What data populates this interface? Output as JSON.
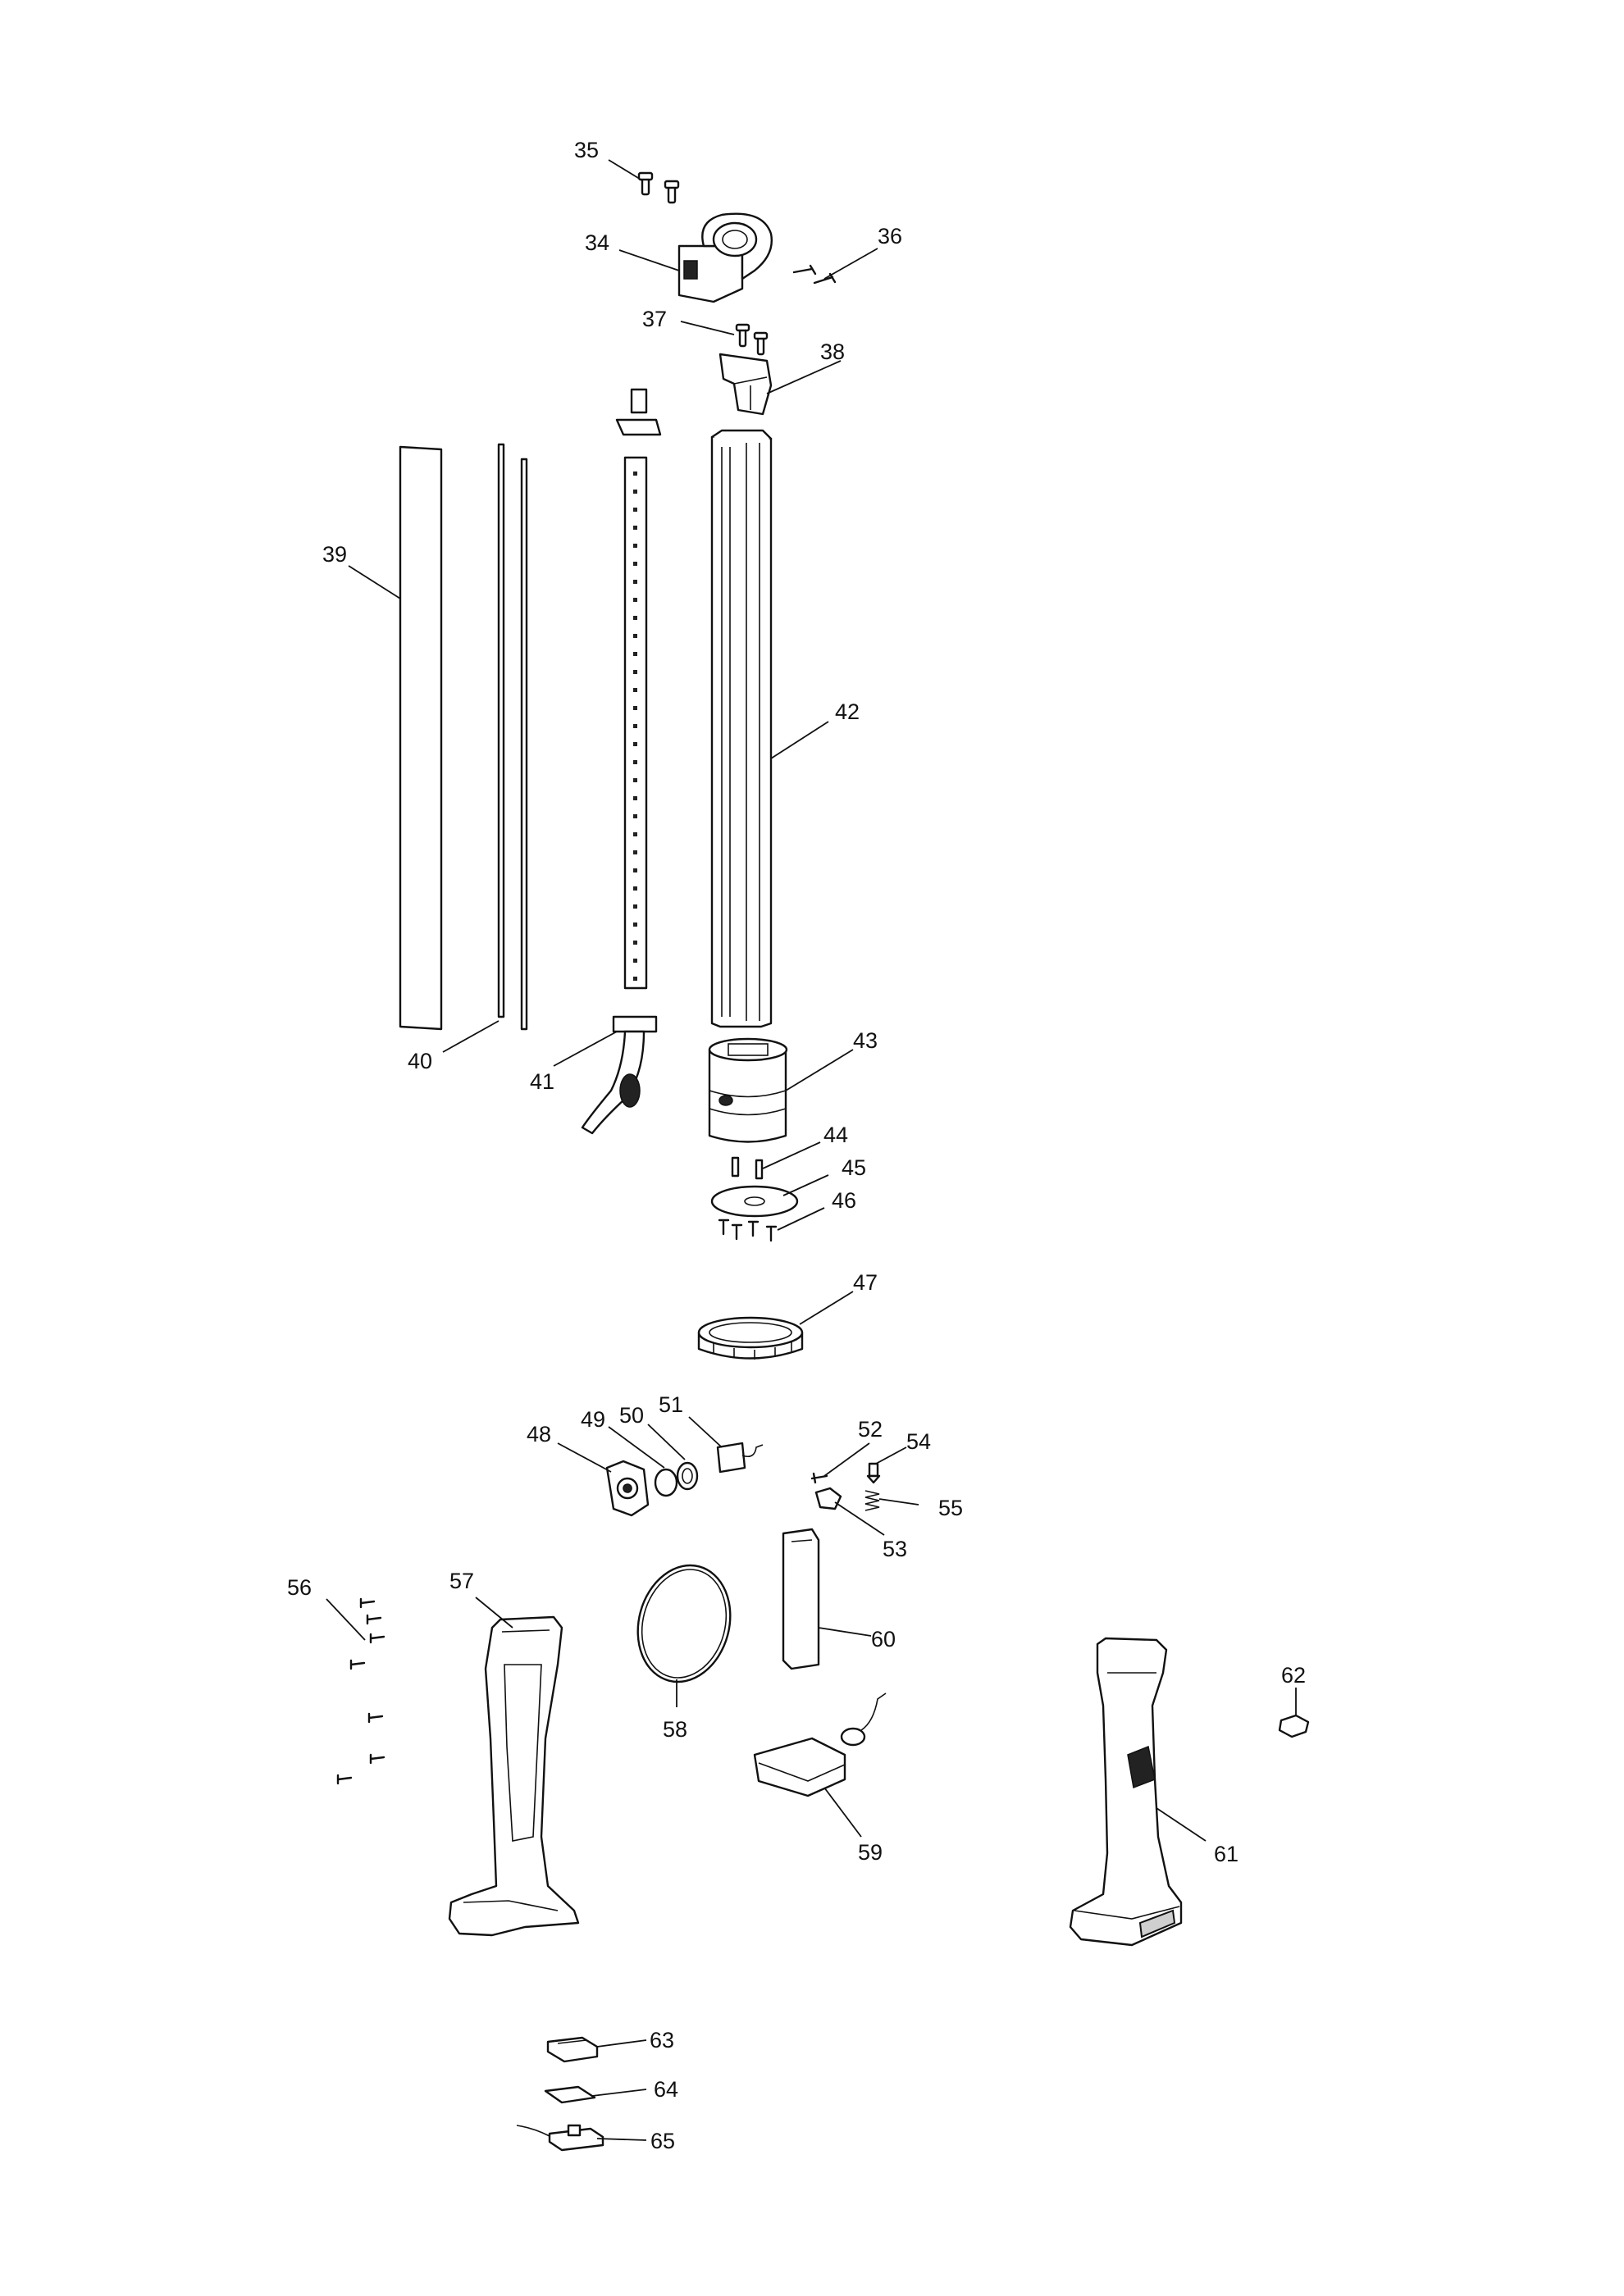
{
  "diagram": {
    "callouts": [
      "35",
      "34",
      "36",
      "37",
      "38",
      "39",
      "42",
      "40",
      "41",
      "43",
      "44",
      "45",
      "46",
      "47",
      "48",
      "49",
      "50",
      "51",
      "52",
      "54",
      "55",
      "53",
      "56",
      "57",
      "60",
      "58",
      "62",
      "59",
      "61",
      "63",
      "64",
      "65"
    ]
  }
}
